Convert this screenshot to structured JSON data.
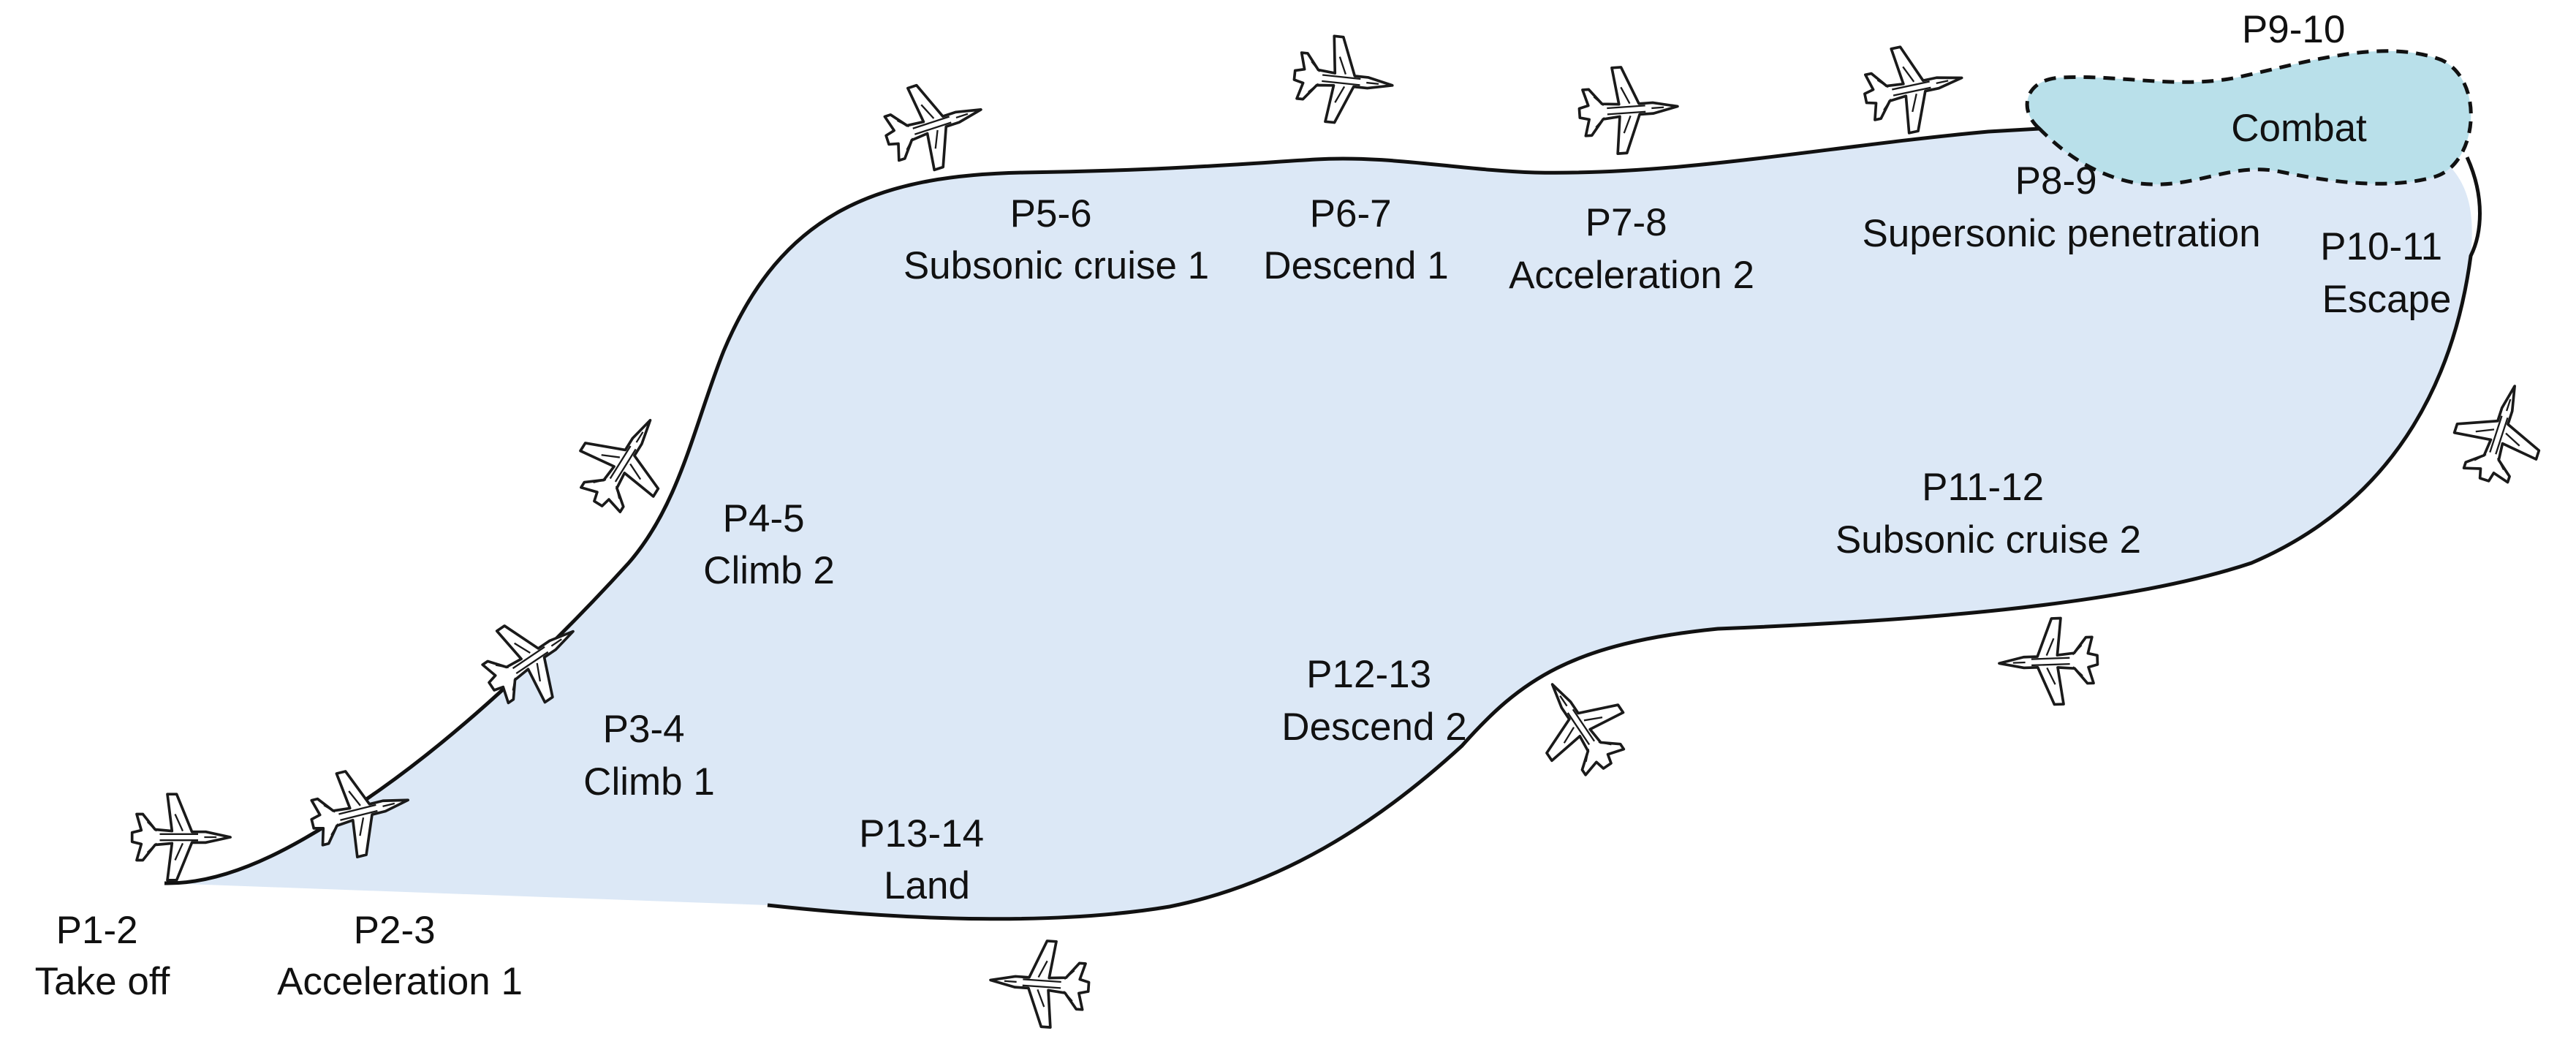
{
  "colors": {
    "region_fill": "#dce8f6",
    "combat_fill": "#b9e0ea",
    "outline": "#111111",
    "text": "#111111"
  },
  "icons": {
    "aircraft": "fighter-jet-icon"
  },
  "phases": [
    {
      "id": "p1-2",
      "code": "P1-2",
      "name": "Take off"
    },
    {
      "id": "p2-3",
      "code": "P2-3",
      "name": "Acceleration 1"
    },
    {
      "id": "p3-4",
      "code": "P3-4",
      "name": "Climb 1"
    },
    {
      "id": "p4-5",
      "code": "P4-5",
      "name": "Climb 2"
    },
    {
      "id": "p5-6",
      "code": "P5-6",
      "name": "Subsonic cruise 1"
    },
    {
      "id": "p6-7",
      "code": "P6-7",
      "name": "Descend 1"
    },
    {
      "id": "p7-8",
      "code": "P7-8",
      "name": "Acceleration 2"
    },
    {
      "id": "p8-9",
      "code": "P8-9",
      "name": "Supersonic penetration"
    },
    {
      "id": "p9-10",
      "code": "P9-10",
      "name": "Combat"
    },
    {
      "id": "p10-11",
      "code": "P10-11",
      "name": "Escape"
    },
    {
      "id": "p11-12",
      "code": "P11-12",
      "name": "Subsonic cruise 2"
    },
    {
      "id": "p12-13",
      "code": "P12-13",
      "name": "Descend 2"
    },
    {
      "id": "p13-14",
      "code": "P13-14",
      "name": "Land"
    }
  ]
}
